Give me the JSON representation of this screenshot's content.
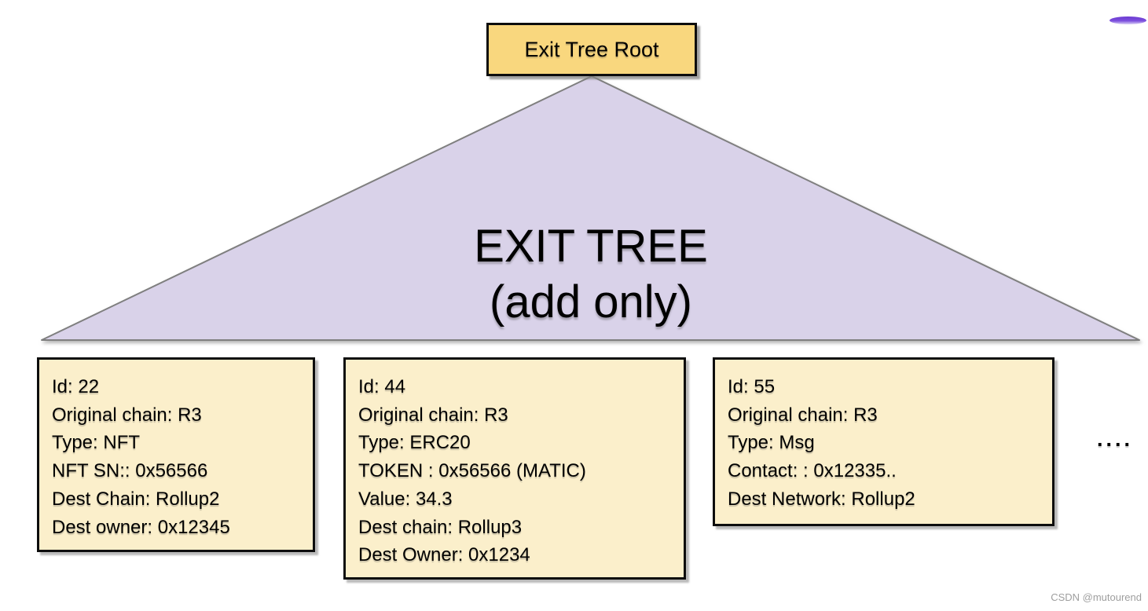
{
  "page": {
    "background_color": "#ffffff"
  },
  "root_node": {
    "label": "Exit Tree Root",
    "fill_color": "#f9d77e",
    "border_color": "#0d0d0d"
  },
  "tree": {
    "title_line1": "EXIT TREE",
    "title_line2": "(add only)",
    "fill_color": "#d9d2e9",
    "stroke_color": "#7f7f7f"
  },
  "leaves": [
    {
      "lines": [
        "Id: 22",
        "Original chain: R3",
        "Type: NFT",
        "NFT SN:: 0x56566",
        "Dest Chain: Rollup2",
        "Dest owner: 0x12345"
      ]
    },
    {
      "lines": [
        "Id: 44",
        "Original chain: R3",
        "Type: ERC20",
        "TOKEN : 0x56566 (MATIC)",
        "Value: 34.3",
        "Dest chain: Rollup3",
        "Dest Owner: 0x1234"
      ]
    },
    {
      "lines": [
        "Id: 55",
        "Original chain: R3",
        "Type: Msg",
        "Contact: : 0x12335..",
        "Dest Network: Rollup2"
      ]
    }
  ],
  "more_indicator": "....",
  "decoration": {
    "ellipse_color": "#7c4edd"
  },
  "watermark": {
    "text": "CSDN @mutourend",
    "color": "#9e9e9e"
  }
}
